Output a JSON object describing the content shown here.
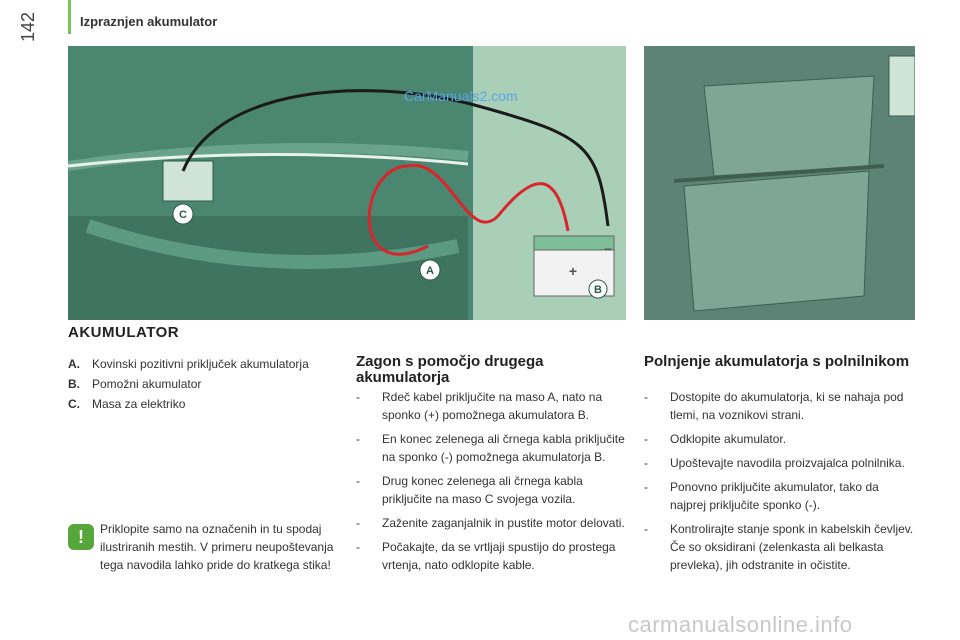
{
  "page_number": "142",
  "header": {
    "title": "Izpraznjen akumulator"
  },
  "watermark_top": "CarManuals2.com",
  "illustration": {
    "labels": {
      "a": "A",
      "b": "B",
      "c": "C"
    },
    "plus": "+",
    "minus": "−"
  },
  "section_title": "AKUMULATOR",
  "legend": [
    {
      "key": "A.",
      "text": "Kovinski pozitivni priključek akumulatorja"
    },
    {
      "key": "B.",
      "text": "Pomožni akumulator"
    },
    {
      "key": "C.",
      "text": "Masa za elektriko"
    }
  ],
  "warning": {
    "icon": "!",
    "text": "Priklopite samo na označenih in tu spodaj ilustriranih mestih. V primeru neupoštevanja tega navodila lahko pride do kratkega stika!"
  },
  "jump_start": {
    "title": "Zagon s pomočjo drugega akumulatorja",
    "steps": [
      "Rdeč kabel priključite na maso A, nato na sponko (+) pomožnega akumulatora B.",
      "En konec zelenega ali črnega kabla priključite na sponko (-) pomožnega akumulatorja B.",
      "Drug konec zelenega ali črnega kabla priključite na maso C svojega vozila.",
      "Zaženite zaganjalnik in pustite motor delovati.",
      "Počakajte, da se vrtljaji spustijo do prostega vrtenja, nato odklopite kable."
    ]
  },
  "charging": {
    "title": "Polnjenje akumulatorja s polnilnikom",
    "steps": [
      "Dostopite do akumulatorja, ki se nahaja pod tlemi, na voznikovi strani.",
      "Odklopite akumulator.",
      "Upoštevajte navodila proizvajalca polnilnika.",
      "Ponovno priključite akumulator, tako da najprej priključite sponko (-).",
      "Kontrolirajte stanje sponk in kabelskih čevljev. Če so oksidirani (zelenkasta ali belkasta prevleka), jih odstranite in očistite."
    ]
  },
  "footer_watermark": "carmanualsonline.info"
}
